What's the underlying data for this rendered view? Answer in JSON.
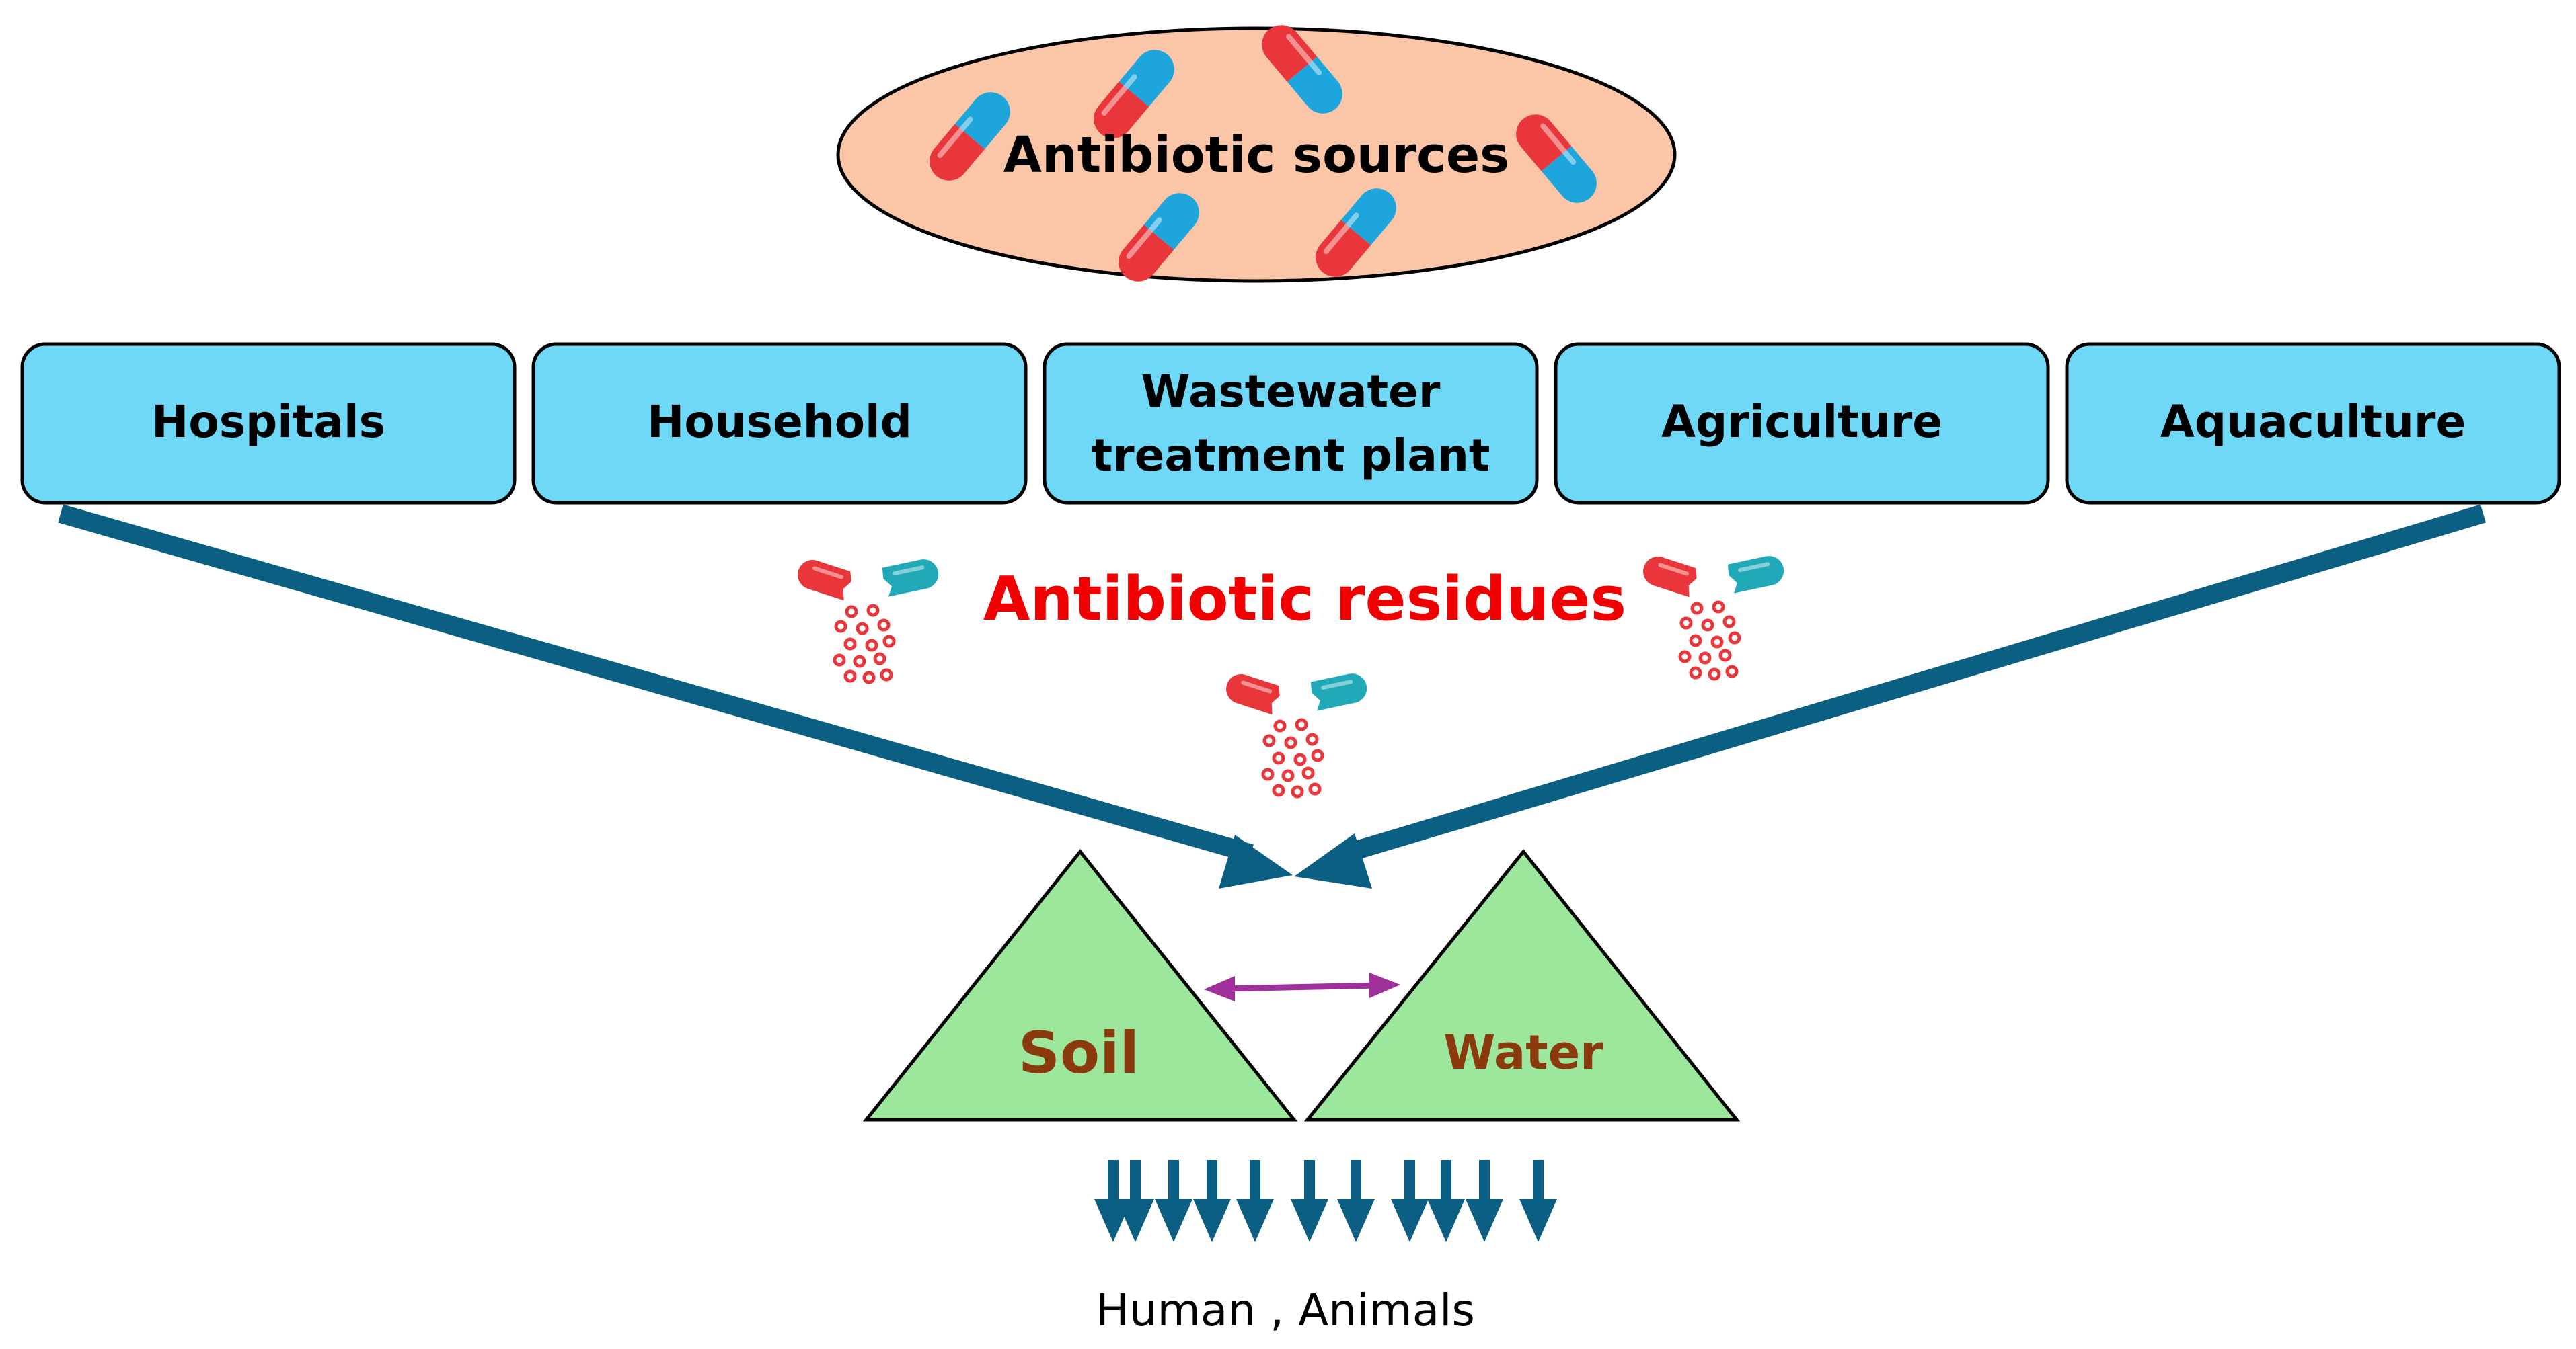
{
  "title": "Antibiotic sources",
  "sources": [
    {
      "lines": [
        "Hospitals"
      ]
    },
    {
      "lines": [
        "Household"
      ]
    },
    {
      "lines": [
        "Wastewater",
        "treatment plant"
      ]
    },
    {
      "lines": [
        "Agriculture"
      ]
    },
    {
      "lines": [
        "Aquaculture"
      ]
    }
  ],
  "residues_label": "Antibiotic residues",
  "soil_label": "Soil",
  "water_label": "Water",
  "receptors_label": "Human , Animals",
  "colors": {
    "ellipse_fill": "#fbc5a8",
    "box_fill": "#6ed8f6",
    "arrow": "#0b5f82",
    "residue_text": "#f00000",
    "triangle_fill": "#9de79d",
    "triangle_text": "#8b3a0e",
    "double_arrow": "#a0309c",
    "capsule_red": "#e8363a",
    "capsule_blue": "#1ea6dc",
    "capsule_teal": "#22a9b8"
  }
}
